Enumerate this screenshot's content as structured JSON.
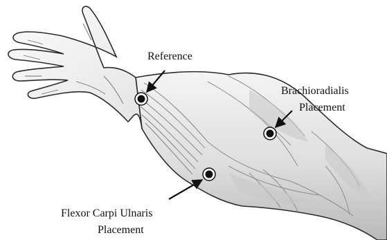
{
  "labels": {
    "reference": "Reference",
    "brachioradialis_line1": "Brachioradialis",
    "brachioradialis_line2": "Placement",
    "flexor_line1": "Flexor Carpi Ulnaris",
    "flexor_line2": "Placement"
  },
  "colors": {
    "skin": "#ececec",
    "muscle": "#dcdcdc",
    "outline": "#2a2a2a",
    "shade": "#9a9a9a",
    "electrode": "#111111"
  }
}
